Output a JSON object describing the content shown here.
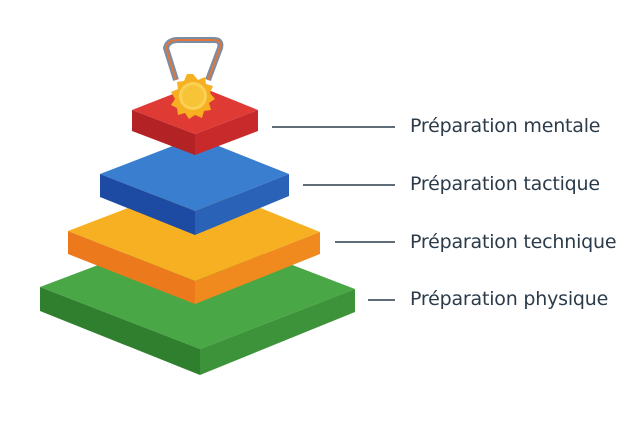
{
  "diagram": {
    "levels": [
      {
        "label": "Préparation mentale",
        "color": "#e03a35"
      },
      {
        "label": "Préparation tactique",
        "color": "#3a7fcf"
      },
      {
        "label": "Préparation technique",
        "color": "#f6b021"
      },
      {
        "label": "Préparation physique",
        "color": "#49a845"
      }
    ],
    "medal_icon": "medal-icon",
    "connector_color": "#2b3b4a"
  }
}
